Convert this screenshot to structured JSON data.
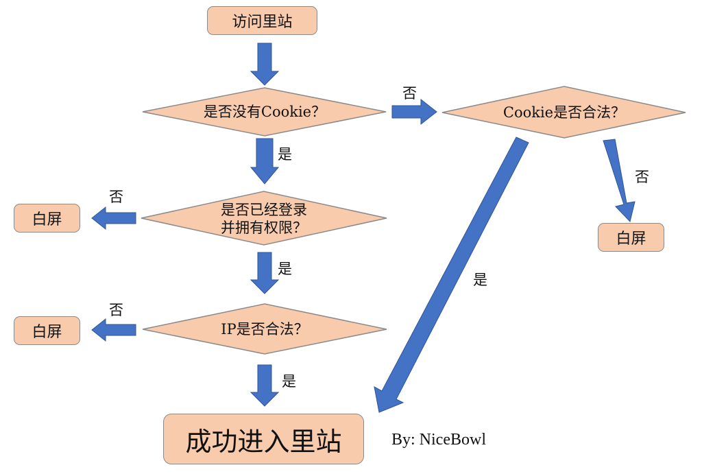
{
  "colors": {
    "node_fill": "#f8cbad",
    "node_border": "#8a8a8a",
    "arrow_fill": "#4472c4",
    "arrow_stroke": "#2f5597",
    "text": "#111111"
  },
  "nodes": {
    "start": "访问里站",
    "no_cookie_q": "是否没有Cookie？",
    "cookie_valid_q": "Cookie是否合法？",
    "login_q_line1": "是否已经登录",
    "login_q_line2": "并拥有权限？",
    "ip_valid_q": "IP是否合法？",
    "blank_left_1": "白屏",
    "blank_left_2": "白屏",
    "blank_right": "白屏",
    "success": "成功进入里站"
  },
  "edge_labels": {
    "cookie_no": "否",
    "cookie_invalid_no": "否",
    "cookie_valid_yes": "是",
    "no_cookie_yes": "是",
    "login_no": "否",
    "login_yes": "是",
    "ip_no": "否",
    "ip_yes": "是"
  },
  "credit": "By: NiceBowl"
}
